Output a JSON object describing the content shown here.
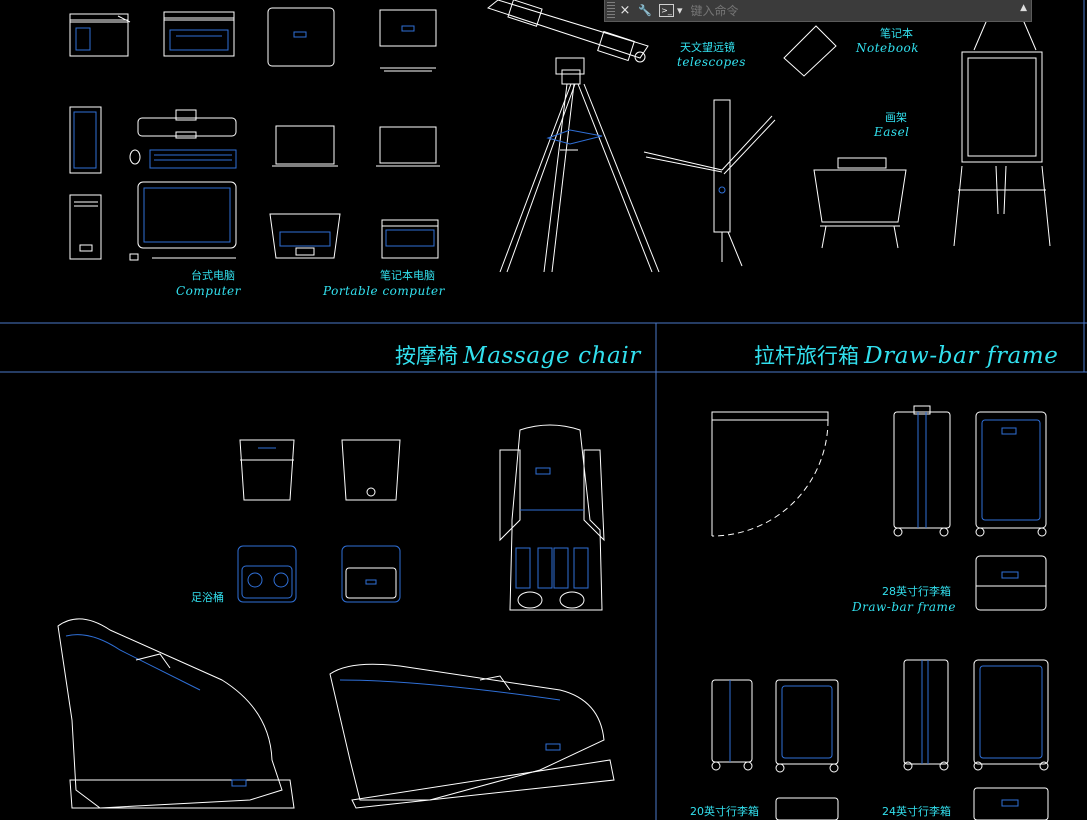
{
  "labels": {
    "telescope_cn": "天文望远镜",
    "telescope_en": "telescopes",
    "notebook_cn": "笔记本",
    "notebook_en": "Notebook",
    "easel_cn": "画架",
    "easel_en": "Easel",
    "computer_cn": "台式电脑",
    "computer_en": "Computer",
    "portable_cn": "笔记本电脑",
    "portable_en": "Portable computer",
    "massage_cn": "按摩椅",
    "massage_en": "Massage chair",
    "drawbar_cn": "拉杆旅行箱",
    "drawbar_en": "Draw-bar frame",
    "footbath_cn": "足浴桶",
    "case28_cn": "28英寸行李箱",
    "case28_en": "Draw-bar frame",
    "case20_cn": "20英寸行李箱",
    "case24_cn": "24英寸行李箱"
  },
  "command_bar": {
    "close_icon": "×",
    "settings_icon": "🔧",
    "prompt_icon": ">_",
    "dropdown_icon": "▾",
    "placeholder": "键入命令",
    "scroll_icon": "▲"
  },
  "colors": {
    "background": "#000000",
    "outline": "#ffffff",
    "accent_blue": "#2f6fd6",
    "label_cyan": "#32e0ee",
    "frame_line": "#4a78c8"
  }
}
